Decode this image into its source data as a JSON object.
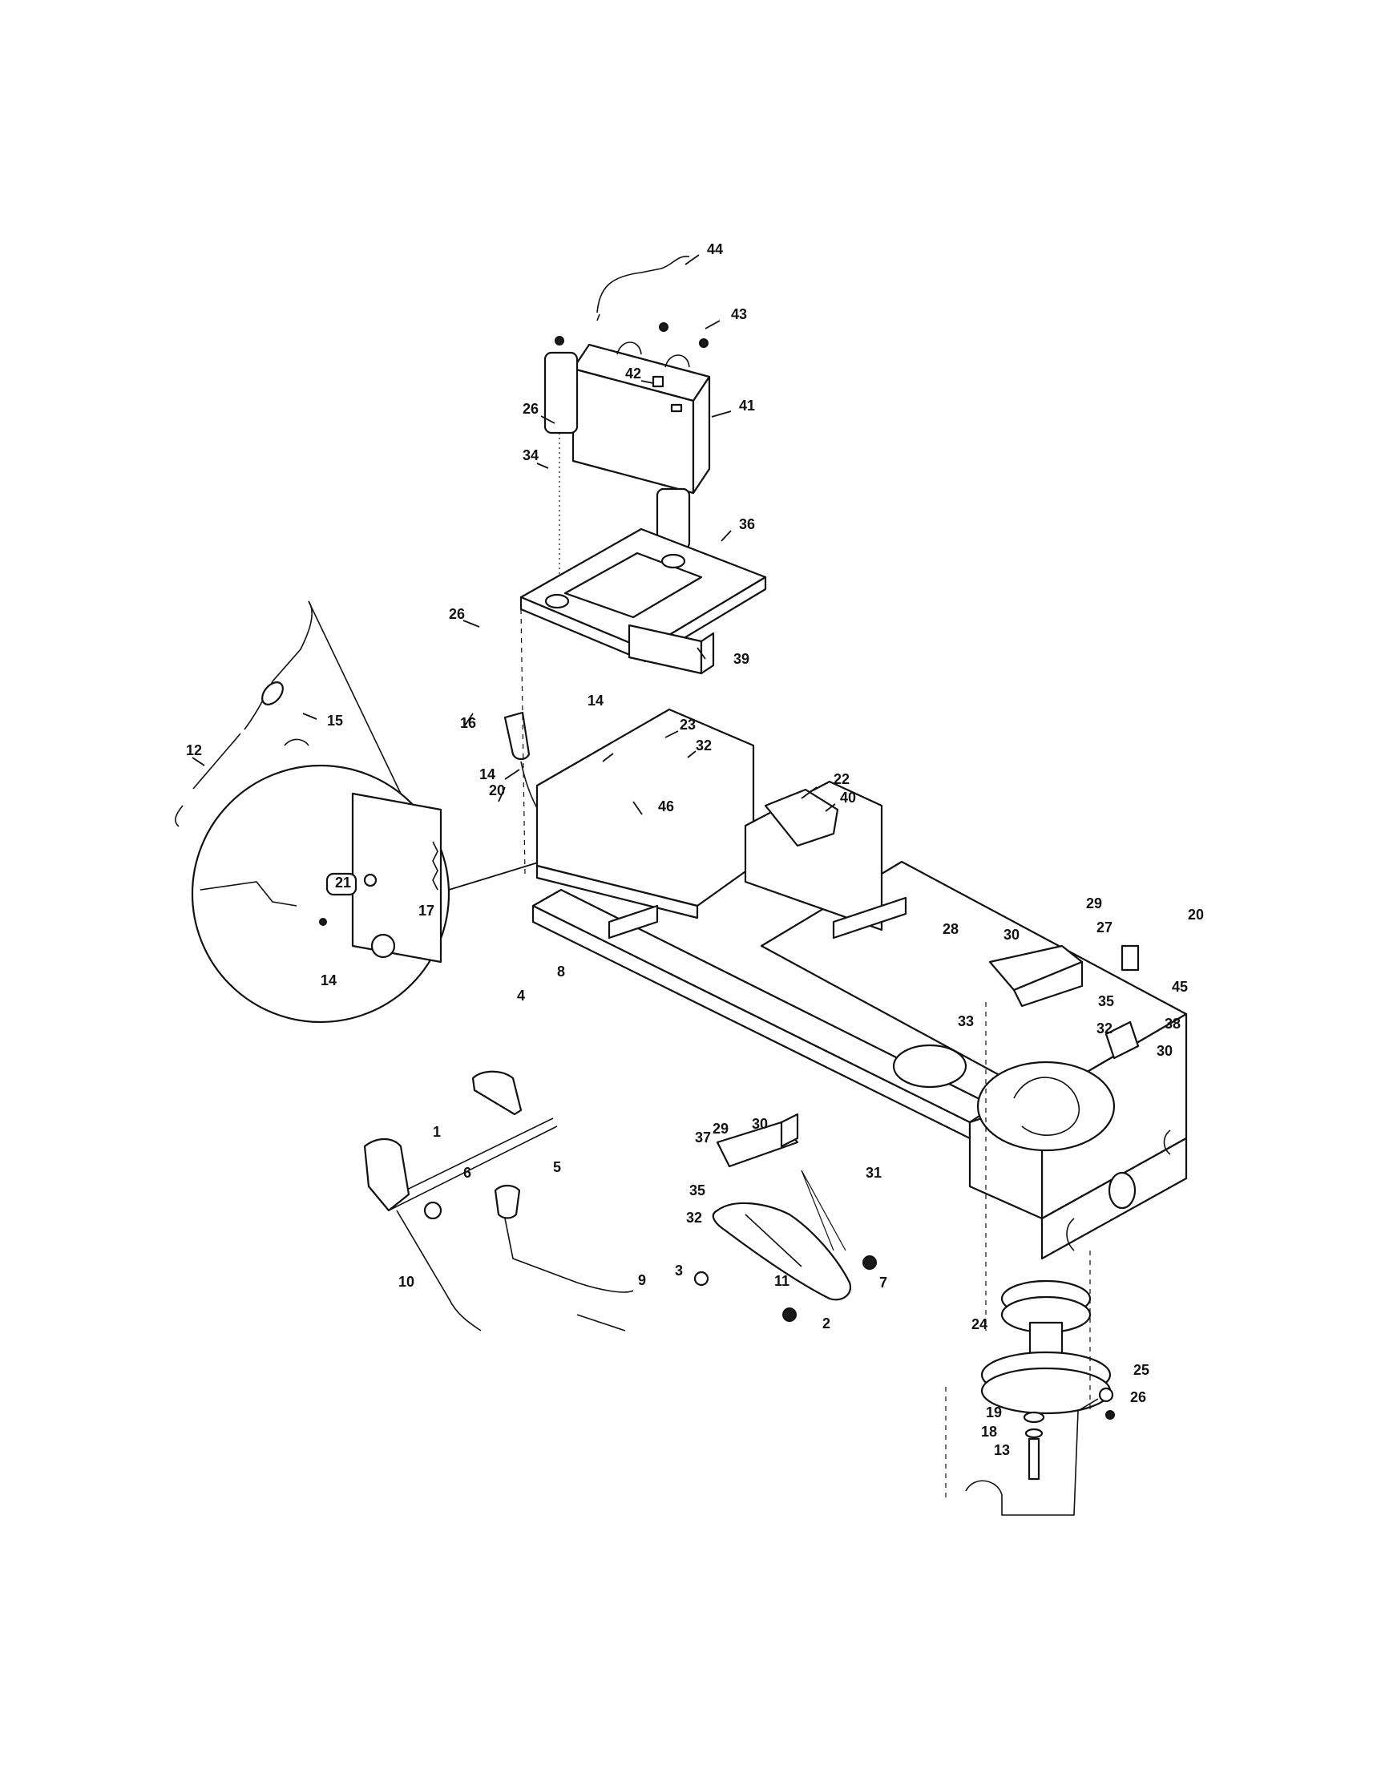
{
  "diagram": {
    "type": "exploded-parts-diagram",
    "colors": {
      "ink": "#111111",
      "paper": "#ffffff"
    },
    "callouts": [
      "44",
      "43",
      "42",
      "41",
      "26",
      "34",
      "36",
      "26",
      "39",
      "23",
      "32",
      "16",
      "15",
      "14",
      "22",
      "12",
      "20",
      "46",
      "14",
      "40",
      "21",
      "17",
      "14",
      "4",
      "8",
      "28",
      "29",
      "27",
      "20",
      "30",
      "45",
      "35",
      "32",
      "33",
      "38",
      "30",
      "1",
      "29",
      "30",
      "37",
      "31",
      "6",
      "5",
      "35",
      "32",
      "10",
      "9",
      "3",
      "11",
      "7",
      "2",
      "24",
      "25",
      "26",
      "19",
      "18",
      "13"
    ]
  }
}
